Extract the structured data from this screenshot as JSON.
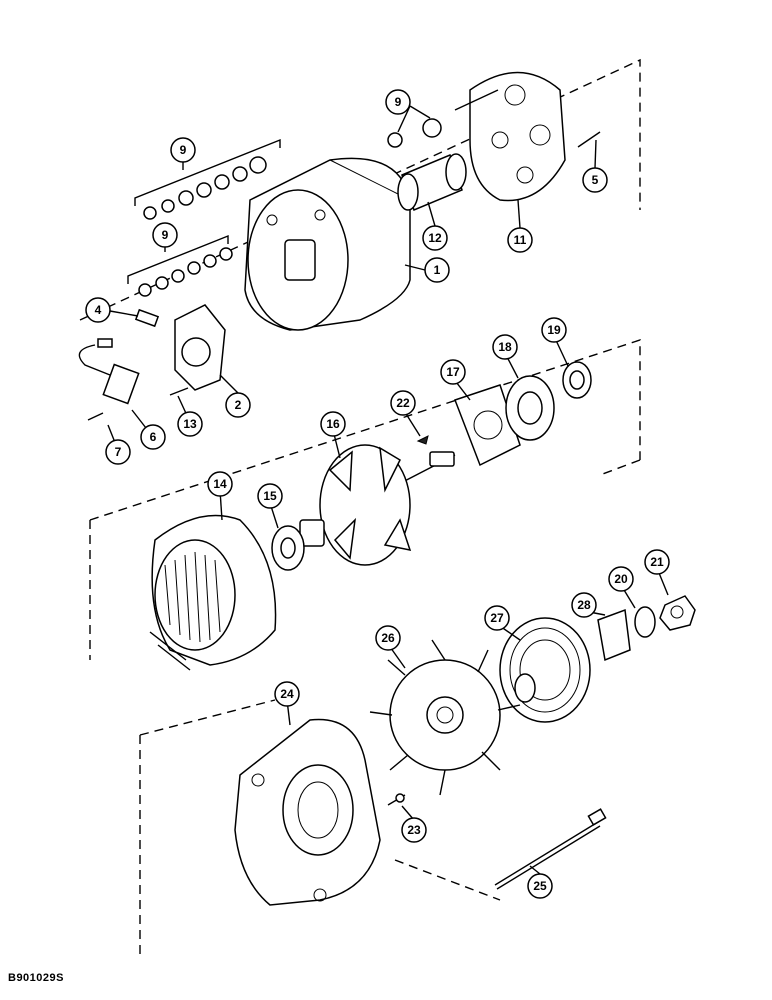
{
  "figure_id": "B901029S",
  "callouts": [
    "9",
    "5",
    "12",
    "11",
    "1",
    "9",
    "9",
    "4",
    "2",
    "7",
    "6",
    "13",
    "19",
    "18",
    "17",
    "22",
    "16",
    "14",
    "15",
    "21",
    "20",
    "28",
    "27",
    "26",
    "24",
    "23",
    "25"
  ]
}
